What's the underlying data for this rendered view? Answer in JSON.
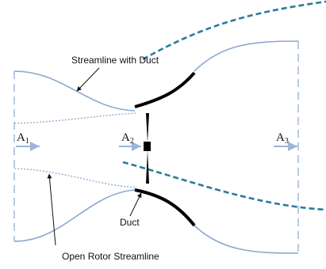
{
  "labels": {
    "streamline_with_duct": "Streamline with Duct",
    "duct": "Duct",
    "open_rotor_streamline": "Open Rotor Streamline"
  },
  "stations": [
    {
      "letter": "A",
      "sub": "1"
    },
    {
      "letter": "A",
      "sub": "2"
    },
    {
      "letter": "A",
      "sub": "3"
    }
  ],
  "colors": {
    "streamline": "#8aa9cf",
    "dashed_streamline": "#2a7a9a",
    "duct": "#000000",
    "arrow": "#9bb6d6",
    "text": "#111111"
  }
}
